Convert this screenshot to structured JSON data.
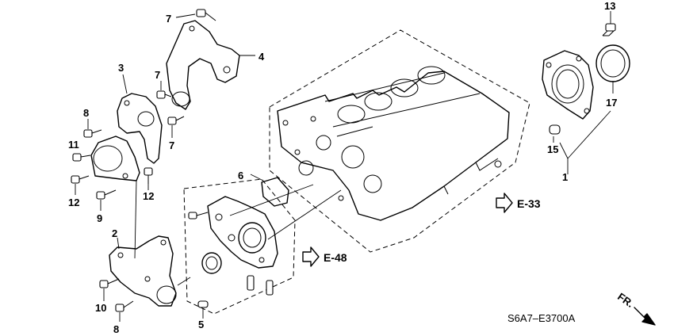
{
  "diagram": {
    "code": "S6A7–E3700A",
    "front_indicator": "FR.",
    "refs": [
      {
        "id": "e33",
        "text": "E-33"
      },
      {
        "id": "e48",
        "text": "E-48"
      }
    ],
    "callouts": [
      "1",
      "2",
      "3",
      "4",
      "5",
      "6",
      "7",
      "7",
      "7",
      "8",
      "8",
      "9",
      "10",
      "11",
      "12",
      "12",
      "13",
      "15",
      "17"
    ]
  }
}
